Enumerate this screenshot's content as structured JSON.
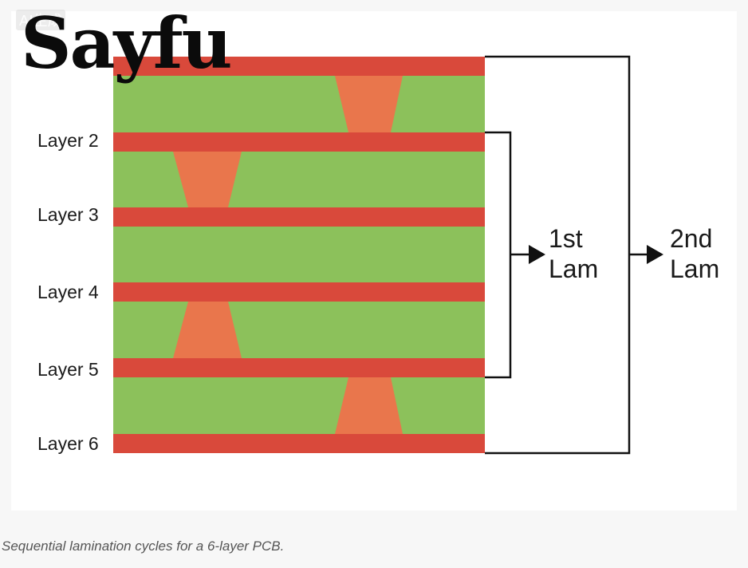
{
  "watermark": "AI生成",
  "logo": "Sayfu",
  "layers": [
    "Layer 2",
    "Layer 3",
    "Layer 4",
    "Layer 5",
    "Layer 6"
  ],
  "laminations": [
    {
      "line1": "1st",
      "line2": "Lam"
    },
    {
      "line1": "2nd",
      "line2": "Lam"
    }
  ],
  "caption": "Sequential lamination cycles for a 6-layer PCB.",
  "colors": {
    "copper": "#d9493b",
    "dielectric": "#8cc15b",
    "via": "#e9764c",
    "line": "#111111"
  }
}
